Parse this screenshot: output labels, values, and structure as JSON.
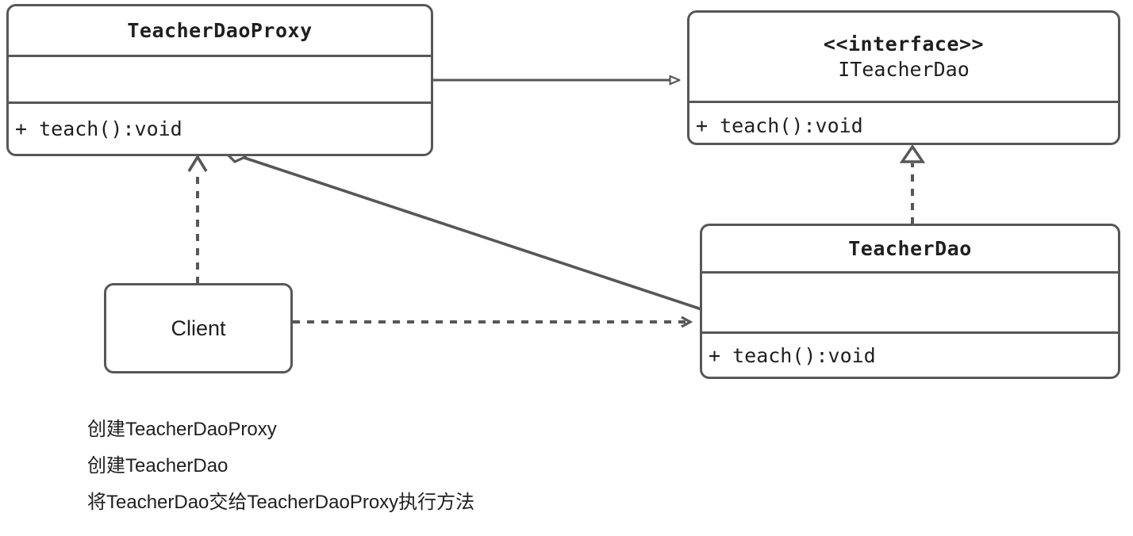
{
  "diagram": {
    "type": "uml-class-diagram",
    "background_color": "#ffffff",
    "stroke_color": "#575757",
    "text_color": "#1f1f1f",
    "nodes": [
      {
        "id": "teacher-dao-proxy",
        "kind": "class",
        "name": "TeacherDaoProxy",
        "stereotype": "",
        "attributes": [],
        "methods": [
          "+ teach():void"
        ]
      },
      {
        "id": "iteacher-dao",
        "kind": "interface",
        "stereotype": "<<interface>>",
        "name": "ITeacherDao",
        "attributes": [],
        "methods": [
          "+ teach():void"
        ]
      },
      {
        "id": "teacher-dao",
        "kind": "class",
        "name": "TeacherDao",
        "stereotype": "",
        "attributes": [],
        "methods": [
          "+ teach():void"
        ]
      },
      {
        "id": "client",
        "kind": "node",
        "name": "Client"
      }
    ],
    "edges": [
      {
        "id": "proxy-realizes-interface",
        "from": "teacher-dao-proxy",
        "to": "iteacher-dao",
        "style": "solid",
        "arrow": "hollow-triangle",
        "label": ""
      },
      {
        "id": "dao-realizes-interface",
        "from": "teacher-dao",
        "to": "iteacher-dao",
        "style": "dashed",
        "arrow": "hollow-triangle",
        "label": ""
      },
      {
        "id": "client-to-proxy",
        "from": "client",
        "to": "teacher-dao-proxy",
        "style": "dashed",
        "arrow": "open",
        "label": ""
      },
      {
        "id": "client-to-dao",
        "from": "client",
        "to": "teacher-dao",
        "style": "dashed",
        "arrow": "open",
        "label": ""
      },
      {
        "id": "proxy-aggregates-dao",
        "from": "teacher-dao-proxy",
        "to": "teacher-dao",
        "style": "solid",
        "arrow": "none",
        "source_decoration": "open-diamond",
        "label": ""
      }
    ]
  },
  "notes": {
    "lines": [
      "创建TeacherDaoProxy",
      "创建TeacherDao",
      "将TeacherDao交给TeacherDaoProxy执行方法"
    ]
  }
}
